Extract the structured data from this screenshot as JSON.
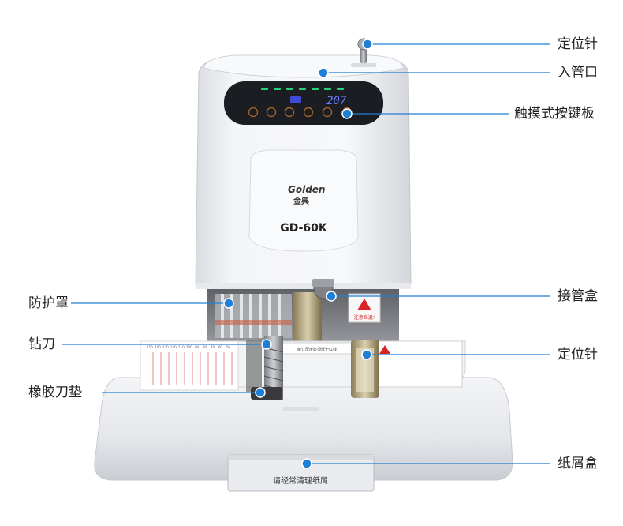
{
  "machine": {
    "brand_logo": "Golden",
    "brand_chinese": "金典",
    "model": "GD-60K",
    "display_reading": "207",
    "tray_label": "请经常清理纸屑",
    "caution_sticker": "注意高温!",
    "notice_strip": "装订厚度必须低于红线",
    "ruler_scale": [
      "150",
      "140",
      "130",
      "120",
      "110",
      "100",
      "90",
      "80",
      "70",
      "60",
      "50"
    ]
  },
  "callouts": {
    "positioning_pin_top": "定位针",
    "tube_inlet": "入管口",
    "touch_panel": "触摸式按键板",
    "guard_cover": "防护罩",
    "tube_box": "接管盒",
    "drill_blade": "钻刀",
    "positioning_pin_lower": "定位针",
    "rubber_pad": "橡胶刀垫",
    "scrap_box": "纸屑盒"
  },
  "colors": {
    "callout_line": "#1f7fd6",
    "callout_dot": "#1f7fd6",
    "machine_body": "#eef0f3",
    "panel_dark": "#1b1d22",
    "display_blue": "#6a7cff",
    "led_green": "#22d37a",
    "warning_red": "#d8232a"
  }
}
